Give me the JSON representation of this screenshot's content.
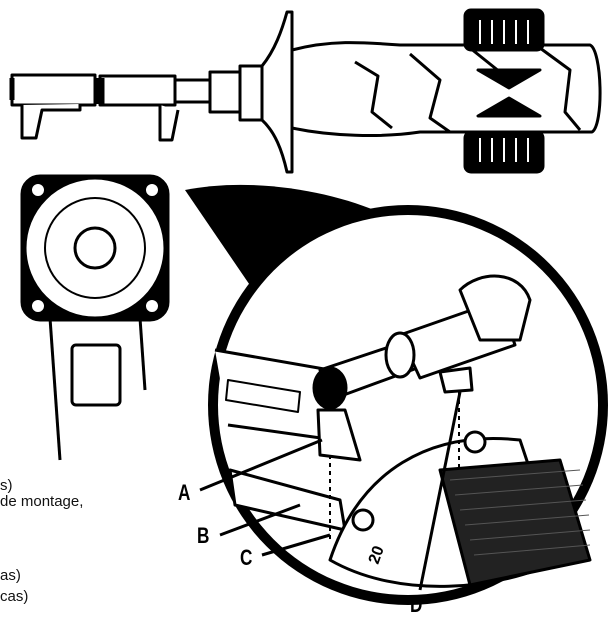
{
  "callouts": {
    "a": "A",
    "b": "B",
    "c": "C",
    "d": "D"
  },
  "text_fragments": {
    "line1": "s)",
    "line2": "de montage,",
    "line3": "as)",
    "line4": "cas)"
  },
  "colors": {
    "ink": "#000000",
    "paper": "#ffffff",
    "grey": "#bdbdbd"
  }
}
